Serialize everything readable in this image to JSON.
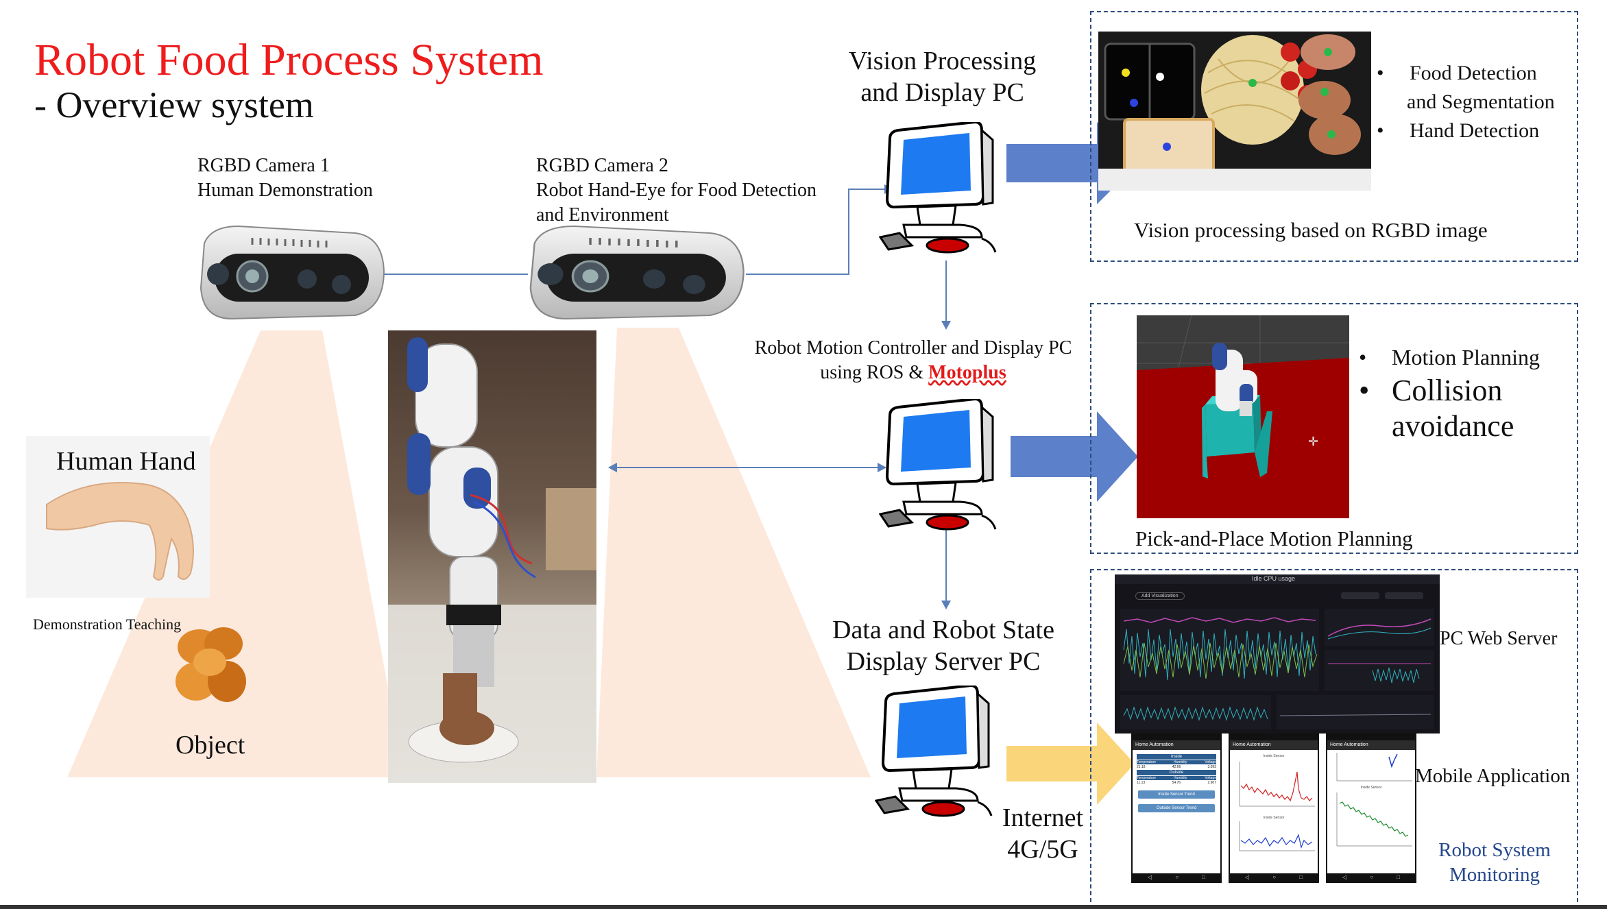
{
  "title": "Robot Food Process System",
  "subtitle": "-  Overview system",
  "cameras": {
    "cam1": {
      "line1": "RGBD Camera 1",
      "line2": "Human Demonstration"
    },
    "cam2": {
      "line1": "RGBD Camera 2",
      "line2": "Robot Hand-Eye for Food Detection",
      "line3": "and Environment"
    }
  },
  "human": {
    "hand_label": "Human Hand",
    "teaching_label": "Demonstration Teaching",
    "object_label": "Object"
  },
  "vision_pc": {
    "line1": "Vision Processing",
    "line2": "and Display PC"
  },
  "motion_pc": {
    "line1": "Robot Motion Controller  and Display PC",
    "line2_prefix": "using ROS & ",
    "line2_highlight": "Motoplus"
  },
  "server_pc": {
    "line1": "Data and Robot State",
    "line2": "Display Server PC"
  },
  "internet": {
    "line1": "Internet",
    "line2": "4G/5G"
  },
  "vision_box": {
    "bullets": [
      "Food Detection",
      "and Segmentation",
      "Hand Detection"
    ],
    "caption": "Vision processing based on RGBD image"
  },
  "motion_box": {
    "bullets": [
      "Motion Planning",
      "Collision",
      "avoidance"
    ],
    "caption": "Pick-and-Place Motion Planning"
  },
  "monitor_box": {
    "web_label": "PC Web Server",
    "mobile_label": "Mobile Application",
    "monitor_line1": "Robot System",
    "monitor_line2": "Monitoring",
    "dashboard_title": "Idle CPU usage",
    "dashboard_button": "Add Visualization",
    "phones": [
      {
        "header": "Home Automation",
        "inside": "Inside",
        "outside": "Outside",
        "cols": [
          "Temperature",
          "Humidity",
          "Voltage"
        ],
        "row1": [
          "21.18",
          "42.66",
          "3.093"
        ],
        "row2": [
          "11.13",
          "54.76",
          "2.907"
        ],
        "btn1": "Inside Sensor Trend",
        "btn2": "Outside Sensor Trend"
      },
      {
        "header": "Home Automation",
        "chart1": "Inside Sensor",
        "chart2": "Inside Sensor"
      },
      {
        "header": "Home Automation",
        "chart1": "Inside Sensor"
      }
    ]
  },
  "colors": {
    "title_red": "#ee1c1c",
    "arrow_blue": "#4a72c4",
    "arrow_yellow": "#fbd57a",
    "dash_border": "#2d4d7c",
    "floor_red": "#9e0000"
  }
}
